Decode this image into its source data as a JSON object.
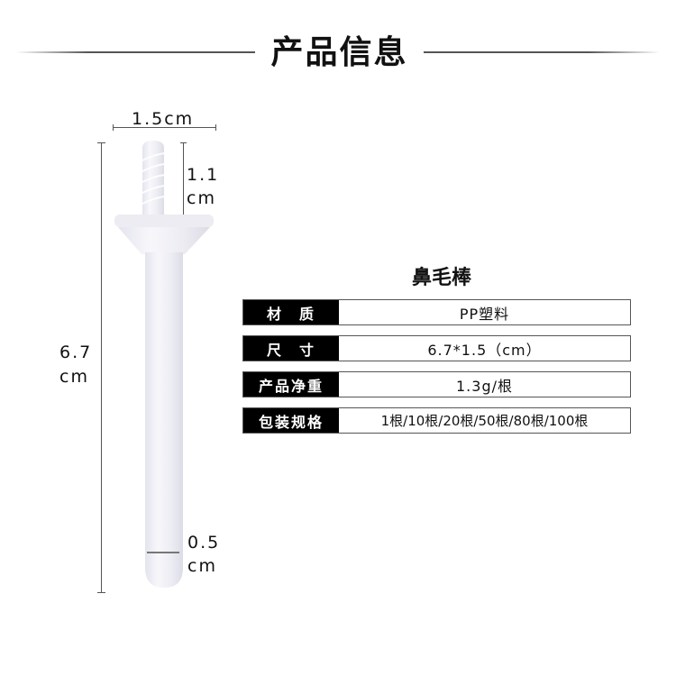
{
  "header": {
    "title": "产品信息"
  },
  "product": {
    "name": "鼻毛棒"
  },
  "dimensions": {
    "width": "1.5cm",
    "tip_height_value": "1.1",
    "tip_height_unit": "cm",
    "total_length_value": "6.7",
    "total_length_unit": "cm",
    "end_diameter_value": "0.5",
    "end_diameter_unit": "cm"
  },
  "specs": [
    {
      "label": "材　质",
      "value": "PP塑料"
    },
    {
      "label": "尺　寸",
      "value": "6.7*1.5（cm）"
    },
    {
      "label": "产品净重",
      "value": "1.3g/根"
    },
    {
      "label": "包装规格",
      "value": "1根/10根/20根/50根/80根/100根"
    }
  ]
}
